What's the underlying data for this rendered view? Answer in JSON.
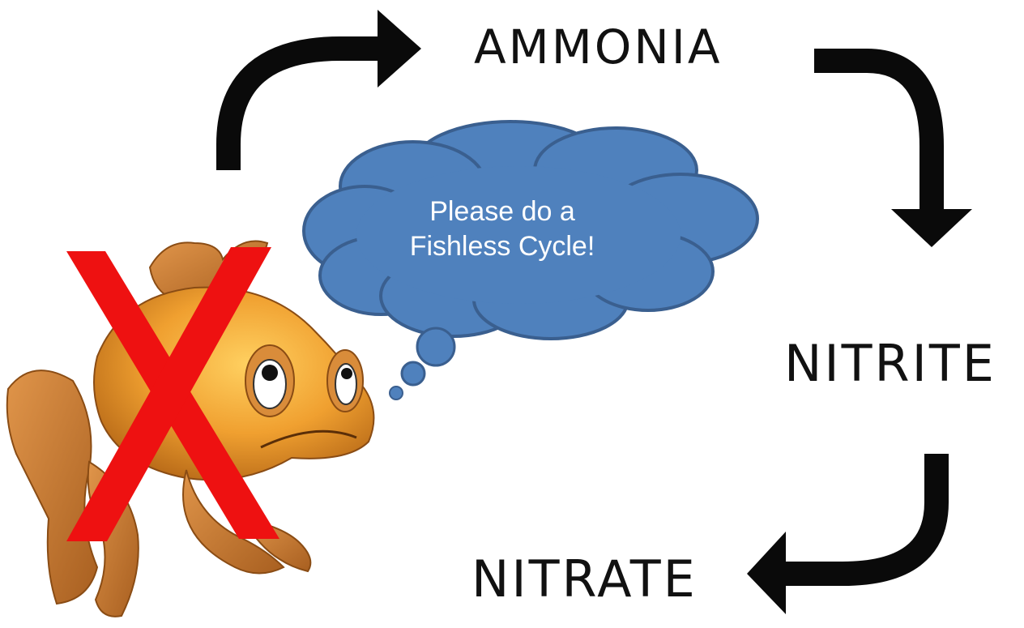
{
  "stages": {
    "ammonia": "AMMONIA",
    "nitrite": "NITRITE",
    "nitrate": "NITRATE"
  },
  "thought_bubble": {
    "line1": "Please do a",
    "line2": "Fishless Cycle!"
  },
  "colors": {
    "arrow": "#0a0a0a",
    "bubble_fill": "#4f81bd",
    "bubble_stroke": "#3a5f8f",
    "cross": "#ee1111",
    "fish_body": "#f0a030",
    "fish_shadow": "#b86a18",
    "fin": "#c77a2e"
  },
  "icons": [
    "curved-arrow-icon",
    "thought-bubble",
    "sad-fish-illustration",
    "red-x-cross-icon"
  ]
}
